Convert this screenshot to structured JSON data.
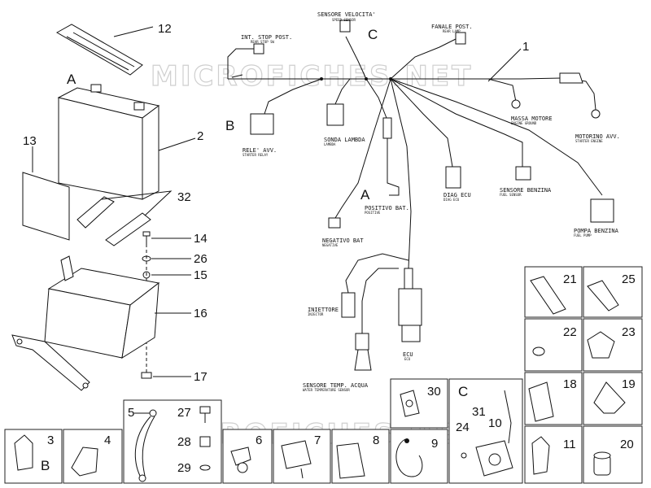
{
  "watermark": "MICROFICHES.NET",
  "group_letters": {
    "a_battery": "A",
    "b_relay": "B",
    "c_harness": "C",
    "a_positive": "A",
    "b_box3": "B",
    "c_box10": "C"
  },
  "part_numbers": {
    "p1": "1",
    "p2": "2",
    "p3": "3",
    "p4": "4",
    "p5": "5",
    "p6": "6",
    "p7": "7",
    "p8": "8",
    "p9": "9",
    "p10": "10",
    "p11": "11",
    "p12": "12",
    "p13": "13",
    "p14": "14",
    "p15": "15",
    "p16": "16",
    "p17": "17",
    "p18": "18",
    "p19": "19",
    "p20": "20",
    "p21": "21",
    "p22": "22",
    "p23": "23",
    "p24": "24",
    "p25": "25",
    "p26": "26",
    "p27": "27",
    "p28": "28",
    "p29": "29",
    "p30": "30",
    "p31": "31",
    "p32": "32"
  },
  "harness_labels": {
    "speed_sensor": {
      "main": "SENSORE VELOCITA'",
      "sub": "SPEED SENSOR"
    },
    "stop_switch": {
      "main": "INT. STOP POST.",
      "sub": "REAR STOP SW"
    },
    "rear_lamp": {
      "main": "FANALE POST.",
      "sub": "REAR LAMP"
    },
    "engine_ground": {
      "main": "MASSA MOTORE",
      "sub": "ENGINE GROUND"
    },
    "starter_motor": {
      "main": "MOTORINO AVV.",
      "sub": "STARTER ENGINE"
    },
    "starter_relay": {
      "main": "RELE' AVV.",
      "sub": "STARTER RELAY"
    },
    "lambda": {
      "main": "SONDA LAMBDA",
      "sub": "LAMBDA"
    },
    "diag_ecu": {
      "main": "DIAG ECU",
      "sub": "DIAG ECU"
    },
    "fuel_sensor": {
      "main": "SENSORE BENZINA",
      "sub": "FUEL SENSOR"
    },
    "fuel_pump": {
      "main": "POMPA BENZINA",
      "sub": "FUEL PUMP"
    },
    "positive_bat": {
      "main": "POSITIVO BAT.",
      "sub": "POSITIVE"
    },
    "negative_bat": {
      "main": "NEGATIVO BAT",
      "sub": "NEGATIVE"
    },
    "injector": {
      "main": "INIETTORE",
      "sub": "INJECTOR"
    },
    "ecu": {
      "main": "ECU",
      "sub": "ECU"
    },
    "water_temp": {
      "main": "SENSORE TEMP. ACQUA",
      "sub": "WATER TEMPERATURE SENSOR"
    }
  }
}
